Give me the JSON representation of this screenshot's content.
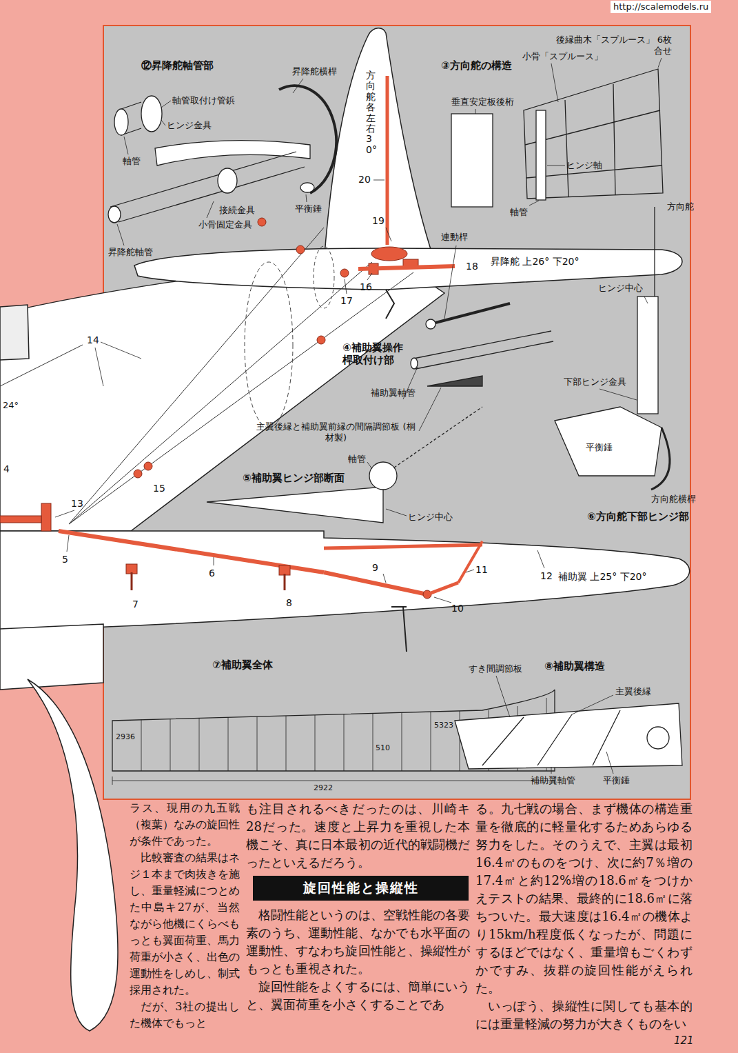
{
  "diagram": {
    "nodes": [
      {
        "text": [
          "旋回性能と操縦性"
        ]
      }
    ],
    "labels": [
      "⑫昇降舵軸管部",
      "昇降舵横桿",
      "軸管取付け管鋲",
      "ヒンジ金具",
      "軸管",
      "接続金具",
      "平衡錘",
      "小骨固定金具",
      "昇降舵軸管",
      "③方向舵の構造",
      "後縁曲木「スプルース」 6枚合せ",
      "小骨「スプルース」",
      "垂直安定板後桁",
      "ヒンジ軸",
      "軸管",
      "方向舵 各左右30°",
      "20",
      "19",
      "18",
      "昇降舵 上26° 下20°",
      "17",
      "16",
      "方向舵",
      "連動桿",
      "ヒンジ中心",
      "④補助翼操作 桿取付け部",
      "補助翼軸管",
      "主翼後縁と補助翼前縁の間隔調節板 (桐材製)",
      "⑤補助翼ヒンジ部断面",
      "軸管",
      "ヒンジ中心",
      "下部ヒンジ金具",
      "平衡錘",
      "方向舵横桿",
      "⑥方向舵下部ヒンジ部",
      "14",
      "15",
      "13",
      "4",
      "24°",
      "5",
      "7",
      "6",
      "8",
      "9",
      "11",
      "12",
      "補助翼 上25° 下20°",
      "10",
      "⑦補助翼全体",
      "2922",
      "510",
      "5323",
      "2936",
      "すき間調節板",
      "⑧補助翼構造",
      "主翼後縁",
      "補助翼軸管",
      "平衡錘",
      "http://scalemodels.ru",
      "ラス、現用の九五戦（複葉）なみの旋回性が条件であった。",
      "比較審査の結果はネジ１本まで肉抜きを施し、重量軽減につとめた中島キ27が、当然ながら他機にくらべもっとも翼面荷重、馬力荷重が小さく、出色の運動性をしめし、制式採用された。",
      "だが、3社の提出した機体でもっと",
      "も注目されるべきだったのは、川崎キ28だった。速度と上昇力を重視した本機こそ、真に日本最初の近代的戦闘機だったといえるだろう。",
      "格闘性能というのは、空戦性能の各要素のうち、運動性能、なかでも水平面の運動性、すなわち旋回性能と、操縦性がもっとも重視された。",
      "旋回性能をよくするには、簡単にいうと、翼面荷重を小さくすることであ",
      "る。九七戦の場合、まず機体の構造重量を徹底的に軽量化するためあらゆる努力をした。そのうえで、主翼は最初16.4㎡のものをつけ、次に約7％増の17.4㎡と約12%増の18.6㎡をつけかえテストの結果、最終的に18.6㎡に落ちついた。最大速度は16.4㎡の機体より15km/h程度低くなったが、問題にするほどではなく、重量増もごくわずかですみ、抜群の旋回性能がえられた。",
      "いっぽう、操縦性に関しても基本的には重量軽減の努力が大きくものをい",
      "121"
    ]
  }
}
